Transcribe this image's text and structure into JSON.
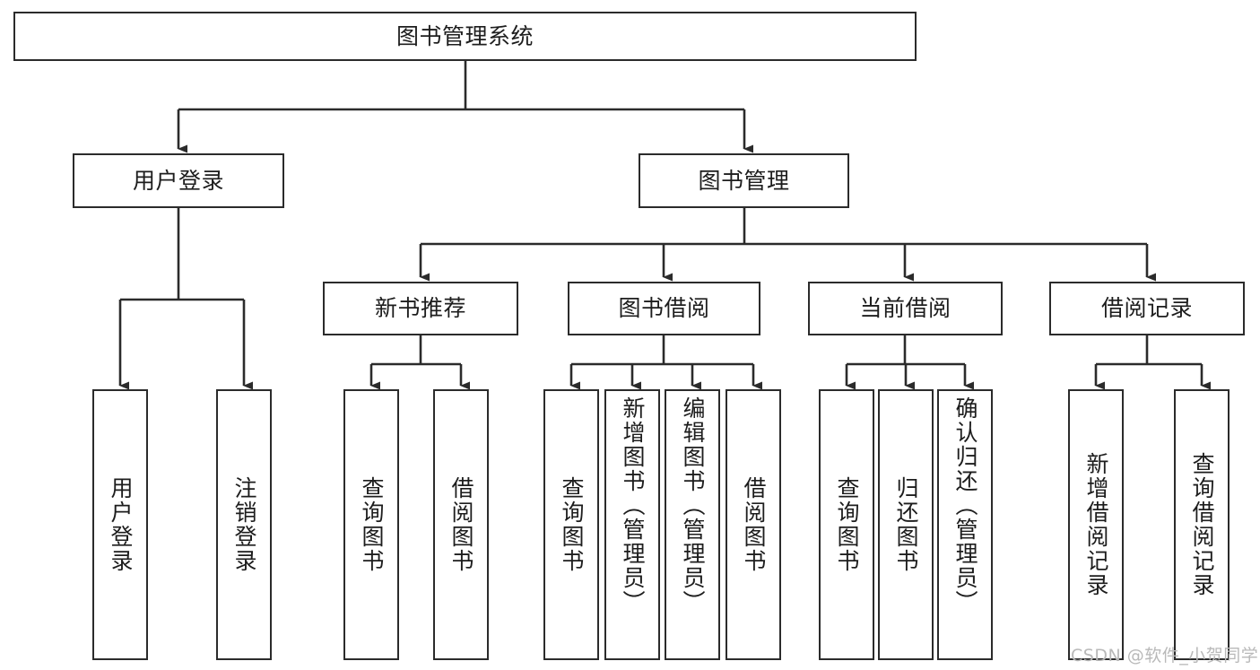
{
  "diagram": {
    "type": "tree-hierarchy",
    "title": "图书管理系统",
    "watermark": "CSDN @软件_小贺同学",
    "colors": {
      "background": "#ffffff",
      "border": "#2b2b2b",
      "text": "#1d1d1d",
      "connector": "#2b2b2b",
      "watermark": "#b9b9b9"
    },
    "root": {
      "label": "图书管理系统"
    },
    "level1": [
      {
        "label": "用户登录"
      },
      {
        "label": "图书管理"
      }
    ],
    "level2": [
      {
        "label": "新书推荐"
      },
      {
        "label": "图书借阅"
      },
      {
        "label": "当前借阅"
      },
      {
        "label": "借阅记录"
      }
    ],
    "leaves": {
      "user_login": [
        {
          "label": "用户登录"
        },
        {
          "label": "注销登录"
        }
      ],
      "new_book_recommend": [
        {
          "label": "查询图书"
        },
        {
          "label": "借阅图书"
        }
      ],
      "book_borrow": [
        {
          "label": "查询图书"
        },
        {
          "label": "新增图书（管理员）"
        },
        {
          "label": "编辑图书（管理员）"
        },
        {
          "label": "借阅图书"
        }
      ],
      "current_borrow": [
        {
          "label": "查询图书"
        },
        {
          "label": "归还图书"
        },
        {
          "label": "确认归还（管理员）"
        }
      ],
      "borrow_record": [
        {
          "label": "新增借阅记录"
        },
        {
          "label": "查询借阅记录"
        }
      ]
    }
  }
}
